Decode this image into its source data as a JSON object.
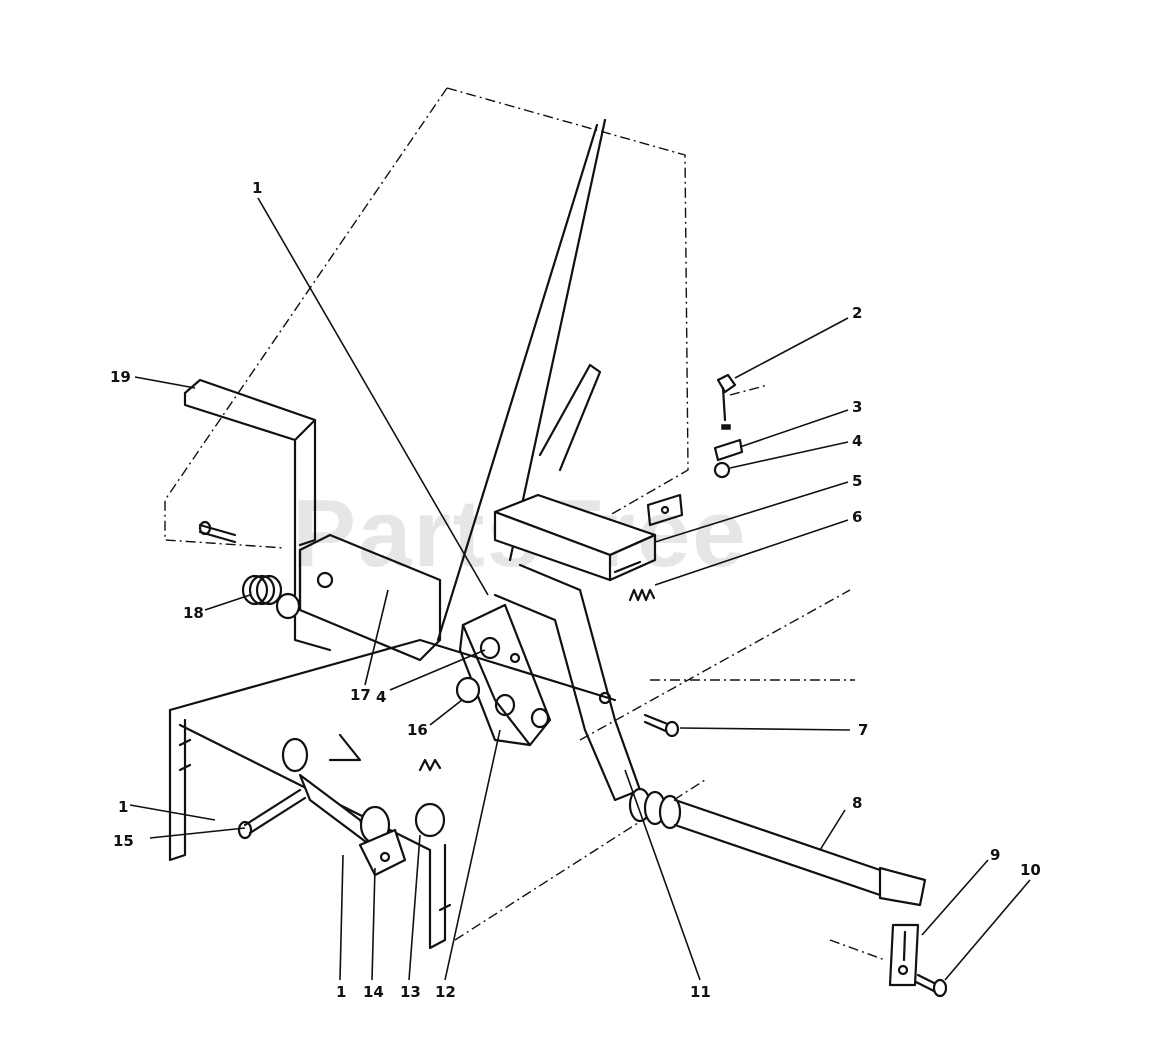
{
  "watermark": "PartsTree",
  "callouts": [
    {
      "id": "c1a",
      "label": "1"
    },
    {
      "id": "c2",
      "label": "2"
    },
    {
      "id": "c3",
      "label": "3"
    },
    {
      "id": "c4a",
      "label": "4"
    },
    {
      "id": "c5",
      "label": "5"
    },
    {
      "id": "c6",
      "label": "6"
    },
    {
      "id": "c7",
      "label": "7"
    },
    {
      "id": "c8",
      "label": "8"
    },
    {
      "id": "c9",
      "label": "9"
    },
    {
      "id": "c10",
      "label": "10"
    },
    {
      "id": "c11",
      "label": "11"
    },
    {
      "id": "c12",
      "label": "12"
    },
    {
      "id": "c13",
      "label": "13"
    },
    {
      "id": "c14",
      "label": "14"
    },
    {
      "id": "c1b",
      "label": "1"
    },
    {
      "id": "c15",
      "label": "15"
    },
    {
      "id": "c1c",
      "label": "1"
    },
    {
      "id": "c16",
      "label": "16"
    },
    {
      "id": "c4b",
      "label": "4"
    },
    {
      "id": "c17",
      "label": "17"
    },
    {
      "id": "c18",
      "label": "18"
    },
    {
      "id": "c19",
      "label": "19"
    }
  ]
}
